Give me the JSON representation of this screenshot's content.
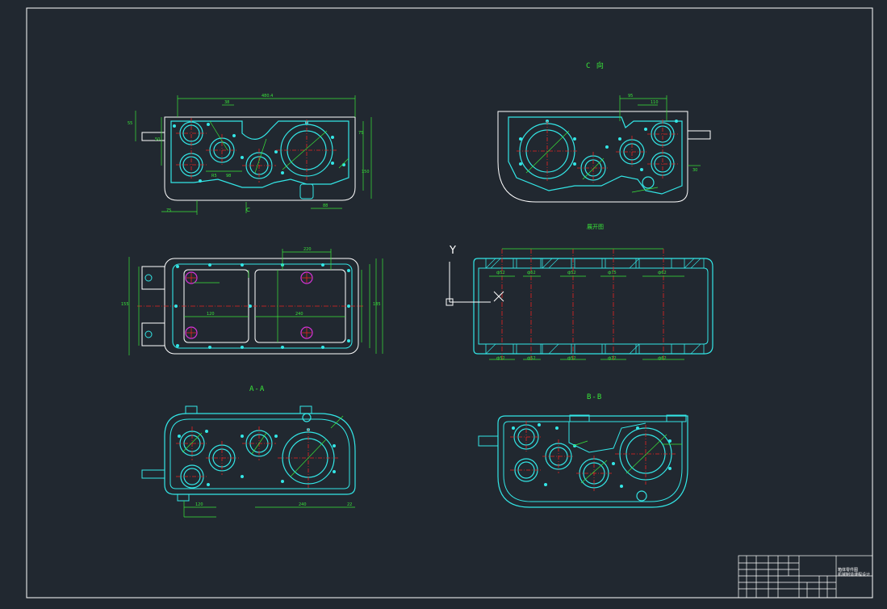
{
  "views": {
    "c_view_label": "C 向",
    "section_aa_label": "A-A",
    "section_bb_label": "B-B",
    "top_section_label": "展开图",
    "c_mark": "C"
  },
  "ucs": {
    "y_axis": "Y",
    "x_axis": "X"
  },
  "dims_top_left": [
    "480.4",
    "38",
    "55",
    "50",
    "75",
    "R5",
    "150",
    "98",
    "88",
    "75",
    "110",
    "95",
    "30"
  ],
  "dims_unfolded": [
    "ф52",
    "ф62",
    "ф52",
    "ф75",
    "ф62",
    "ф52",
    "ф52",
    "ф52",
    "ф72",
    "ф62"
  ],
  "dims_middle_left": [
    "220",
    "120",
    "240",
    "155",
    "185"
  ],
  "dims_bottom": [
    "120",
    "240",
    "22"
  ],
  "title_block": {
    "line1": "箱体零件图",
    "line2": "机械制造课程设计"
  },
  "colors": {
    "background": "#212830",
    "outline": "#ffffff",
    "part": "#33e6e6",
    "dimension": "#39e639",
    "centerline": "#e62222",
    "hole_mark": "#d633d6"
  }
}
